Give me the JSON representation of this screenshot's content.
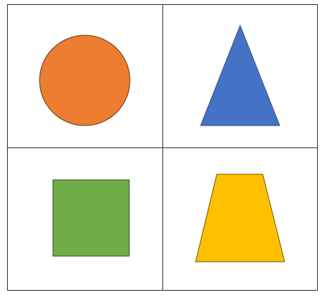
{
  "figure": {
    "grid": {
      "rows": 2,
      "columns": 2,
      "line_color": "#1f2d3d"
    },
    "cells": [
      {
        "shape": "circle",
        "fill": "#ed7d31",
        "stroke": "#5a3a1a"
      },
      {
        "shape": "triangle",
        "fill": "#4472c4",
        "stroke": "#2f4f8a"
      },
      {
        "shape": "square",
        "fill": "#70ad47",
        "stroke": "#2e4a1e"
      },
      {
        "shape": "trapezoid",
        "fill": "#ffc000",
        "stroke": "#6b5500"
      }
    ]
  }
}
